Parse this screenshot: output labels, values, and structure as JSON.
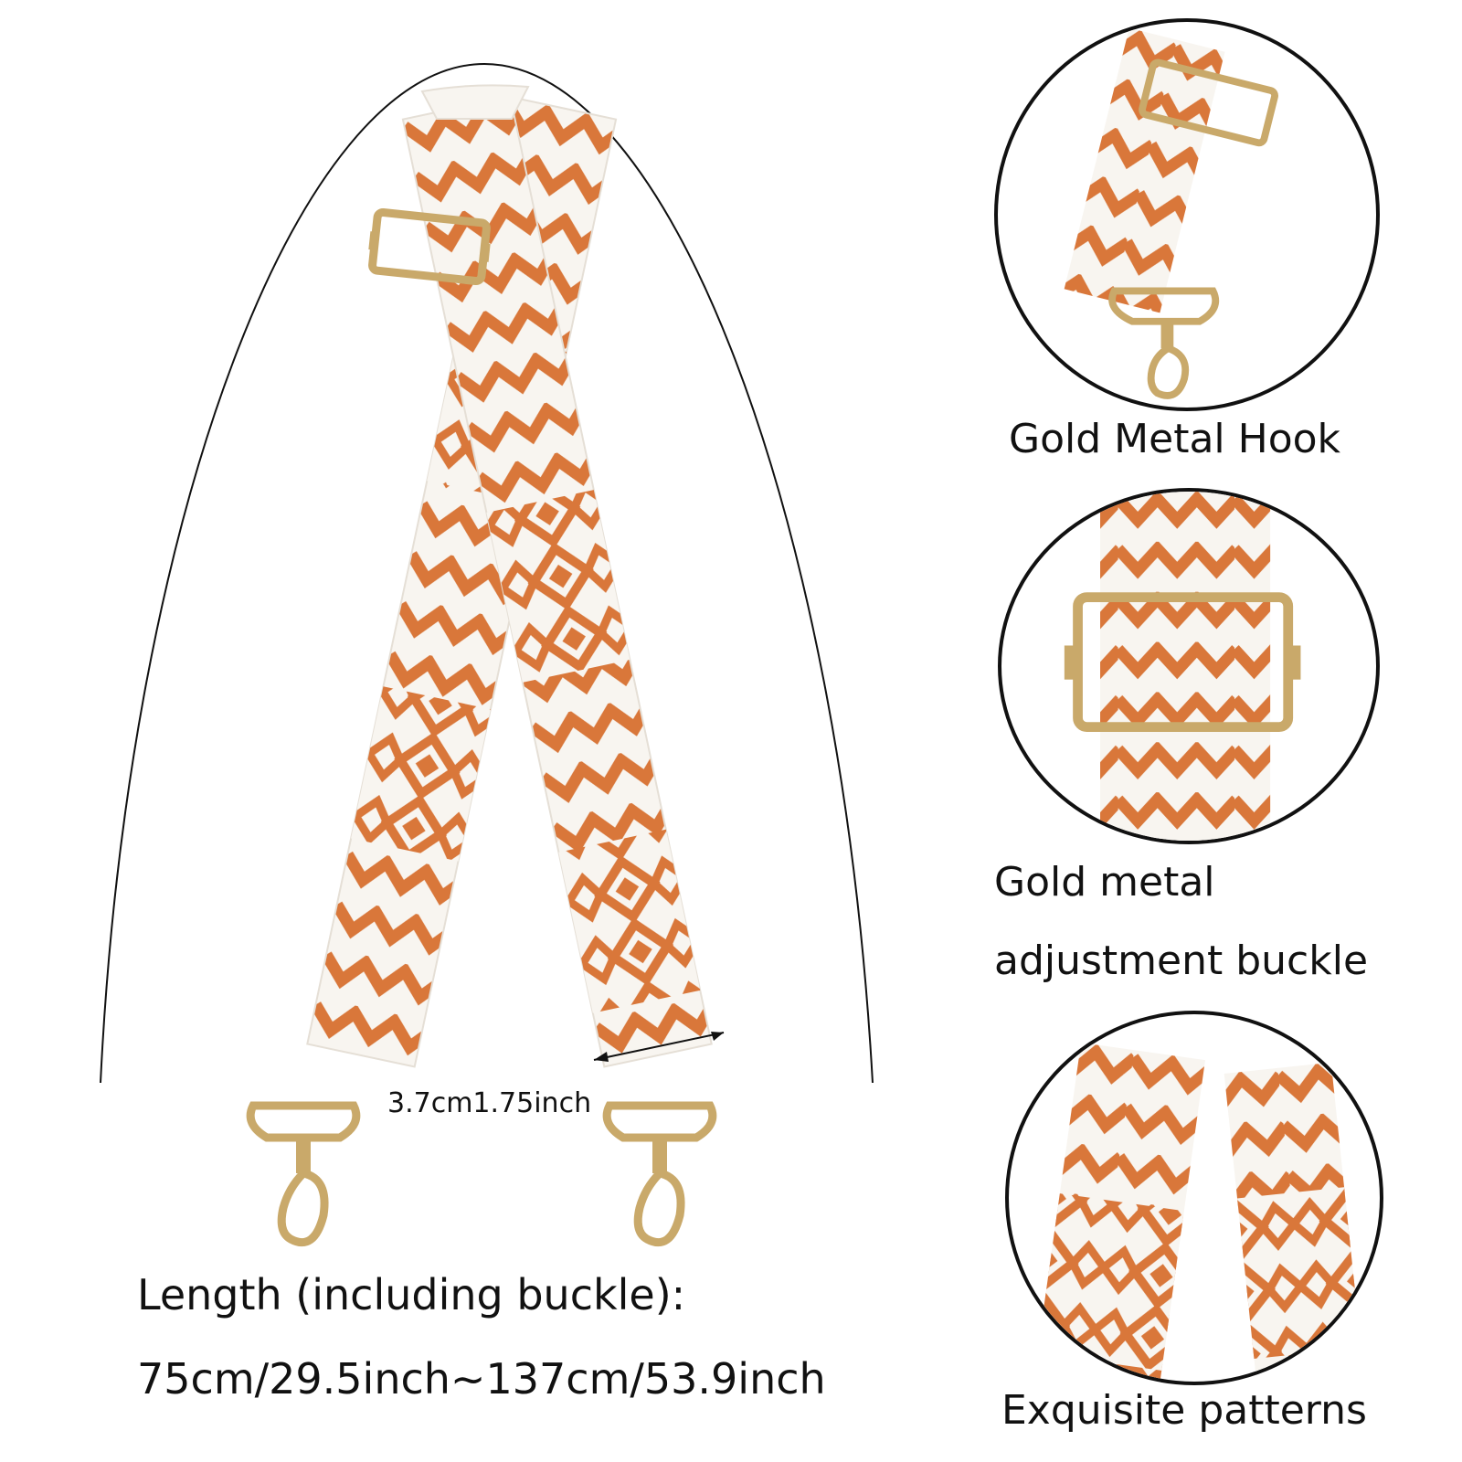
{
  "colors": {
    "orange": "#d9773a",
    "white": "#f8f5f0",
    "gold": "#c9a96a",
    "outline": "#111111"
  },
  "icons": [
    "gold-hook-icon",
    "adjustment-buckle-icon",
    "strap-pattern-icon"
  ],
  "width_label": "3.7cm1.75inch",
  "length": {
    "line1": "Length (including buckle):",
    "line2": "75cm/29.5inch~137cm/53.9inch"
  },
  "features": [
    {
      "caption": "Gold Metal Hook"
    },
    {
      "caption_line1": "Gold metal",
      "caption_line2": "adjustment buckle"
    },
    {
      "caption": "Exquisite patterns"
    }
  ]
}
